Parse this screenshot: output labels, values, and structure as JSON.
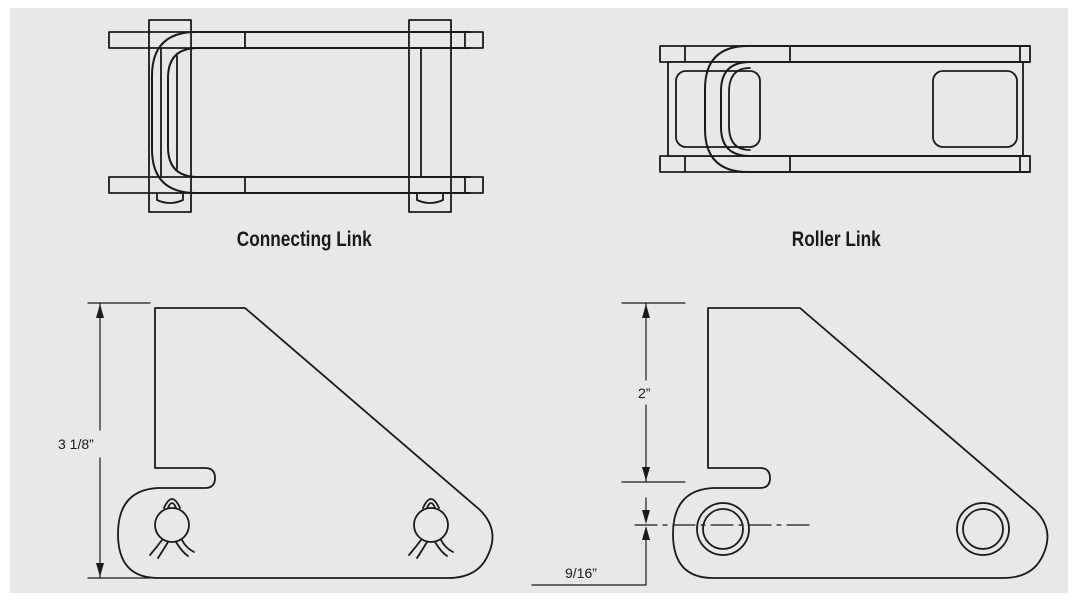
{
  "captions": {
    "connecting_link": "Connecting Link",
    "roller_link": "Roller Link"
  },
  "dimensions": {
    "overall_height": "3 1/8”",
    "roller_height": "2”",
    "pin_offset": "9/16”"
  },
  "colors": {
    "panel": "#e7e8e9",
    "line": "#1a1a1a"
  }
}
